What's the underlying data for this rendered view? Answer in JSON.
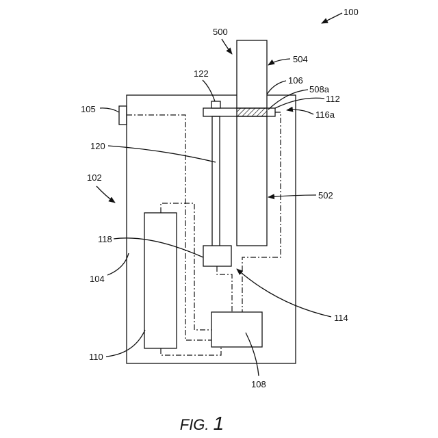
{
  "figure": {
    "caption_prefix": "FIG.",
    "caption_number": "1",
    "labels": {
      "r100": "100",
      "r500": "500",
      "r504": "504",
      "r122": "122",
      "r106": "106",
      "r508a": "508a",
      "r112": "112",
      "r105": "105",
      "r116a": "116a",
      "r120": "120",
      "r102": "102",
      "r502": "502",
      "r118": "118",
      "r104": "104",
      "r114": "114",
      "r110": "110",
      "r108": "108"
    }
  }
}
